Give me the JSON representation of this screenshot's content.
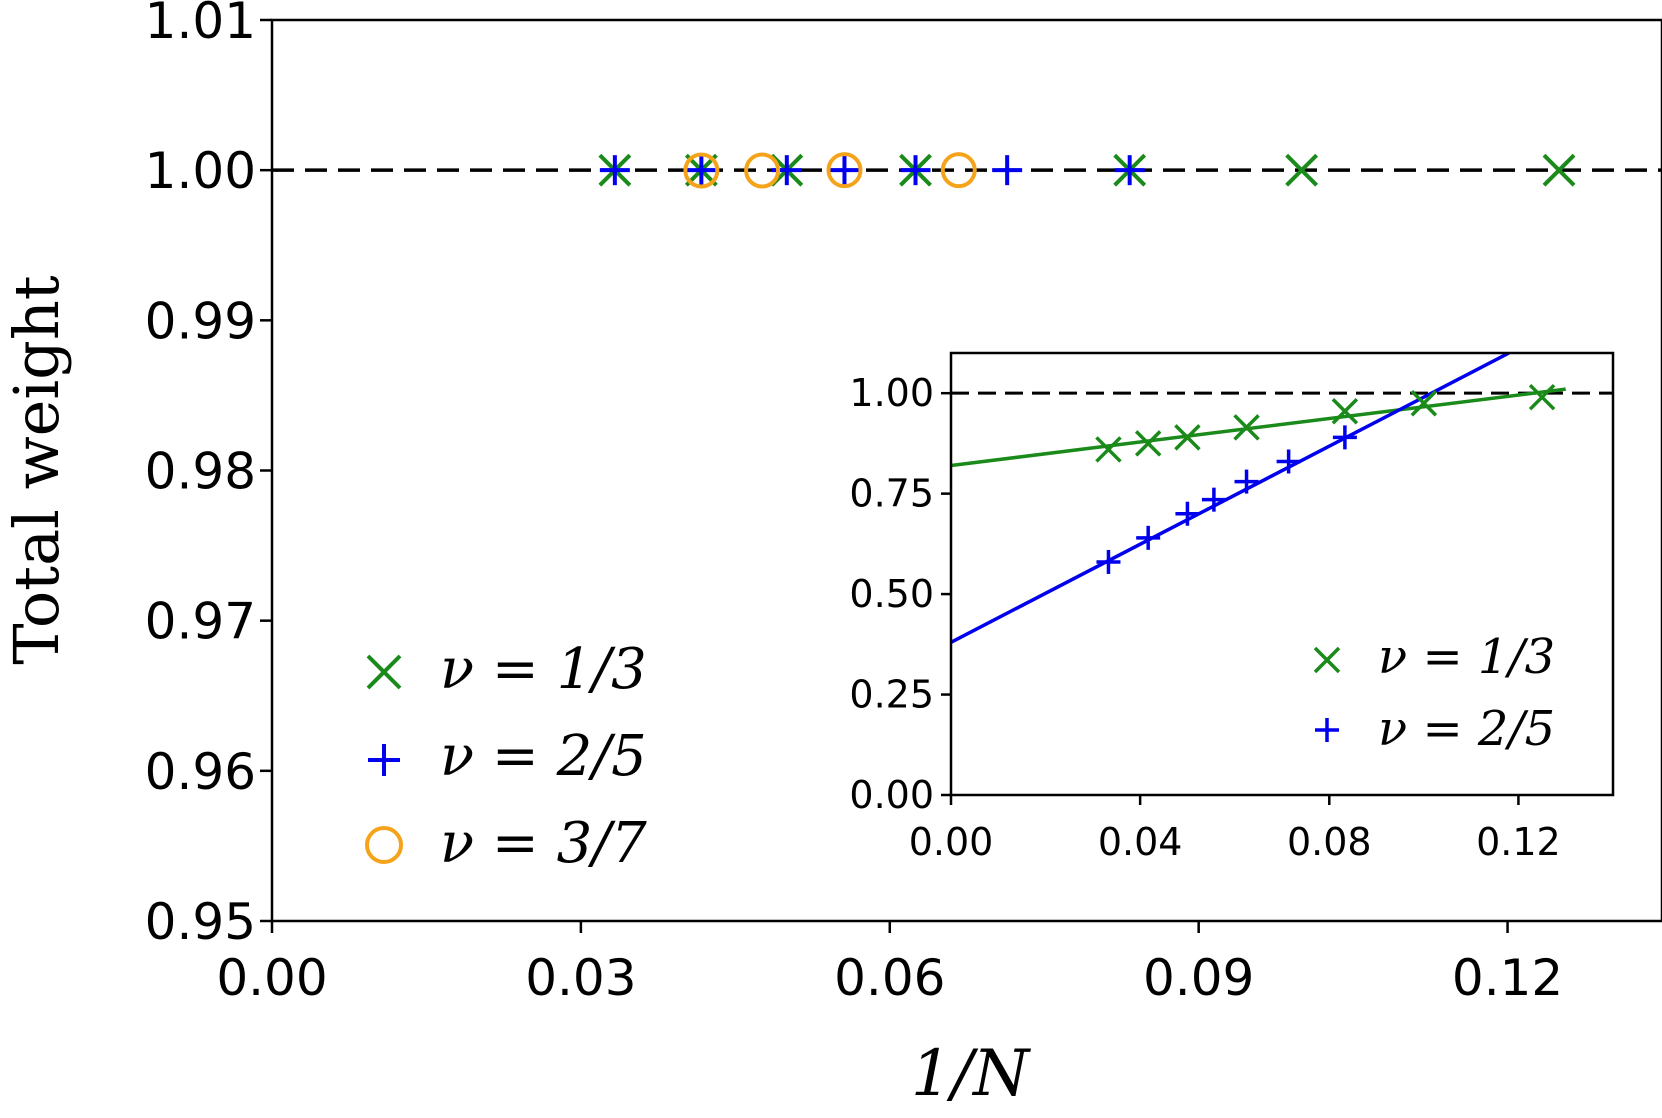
{
  "chart_data": [
    {
      "type": "scatter",
      "xlabel": "1/N",
      "ylabel": "Total weight",
      "xlim": [
        0.0,
        0.135
      ],
      "ylim": [
        0.95,
        1.01
      ],
      "xticks": [
        "0.00",
        "0.03",
        "0.06",
        "0.09",
        "0.12"
      ],
      "yticks": [
        "0.95",
        "0.96",
        "0.97",
        "0.98",
        "0.99",
        "1.00",
        "1.01"
      ],
      "grid": false,
      "legend_position": "lower-left",
      "reference_line": {
        "y": 1.0,
        "style": "dashed",
        "color": "#000000"
      },
      "series": [
        {
          "name": "ν = 1/3",
          "marker": "x",
          "color": "#1a8a1a",
          "x": [
            0.0333,
            0.0417,
            0.05,
            0.0625,
            0.0833,
            0.1,
            0.125
          ],
          "y": [
            1.0,
            1.0,
            1.0,
            1.0,
            1.0,
            1.0,
            1.0
          ]
        },
        {
          "name": "ν = 2/5",
          "marker": "+",
          "color": "#0000ee",
          "x": [
            0.0333,
            0.0417,
            0.05,
            0.0556,
            0.0625,
            0.0714,
            0.0833
          ],
          "y": [
            1.0,
            1.0,
            1.0,
            1.0,
            1.0,
            1.0,
            1.0
          ]
        },
        {
          "name": "ν = 3/7",
          "marker": "o",
          "color": "#f5a31a",
          "x": [
            0.0417,
            0.0476,
            0.0556,
            0.0667
          ],
          "y": [
            0.99998,
            0.99998,
            1.0,
            1.0
          ]
        }
      ]
    },
    {
      "type": "scatter",
      "inset": true,
      "xlim": [
        0.0,
        0.14
      ],
      "ylim": [
        0.0,
        1.1
      ],
      "xticks": [
        "0.00",
        "0.04",
        "0.08",
        "0.12"
      ],
      "yticks": [
        "0.00",
        "0.25",
        "0.50",
        "0.75",
        "1.00"
      ],
      "grid": false,
      "legend_position": "lower-right",
      "reference_line": {
        "y": 1.0,
        "style": "dashed",
        "color": "#000000"
      },
      "series": [
        {
          "name": "ν = 1/3",
          "marker": "x",
          "color": "#1a8a1a",
          "x": [
            0.0333,
            0.0417,
            0.05,
            0.0625,
            0.0833,
            0.1,
            0.125
          ],
          "y": [
            0.86,
            0.875,
            0.89,
            0.915,
            0.955,
            0.975,
            0.99
          ],
          "fit": {
            "x0": 0.0,
            "y0": 0.82,
            "x1": 0.13,
            "y1": 1.01
          }
        },
        {
          "name": "ν = 2/5",
          "marker": "+",
          "color": "#0000ee",
          "x": [
            0.0333,
            0.0417,
            0.05,
            0.0556,
            0.0625,
            0.0714,
            0.0833
          ],
          "y": [
            0.58,
            0.64,
            0.7,
            0.735,
            0.78,
            0.83,
            0.89
          ],
          "fit": {
            "x0": 0.0,
            "y0": 0.38,
            "x1": 0.118,
            "y1": 1.1
          }
        }
      ]
    }
  ]
}
